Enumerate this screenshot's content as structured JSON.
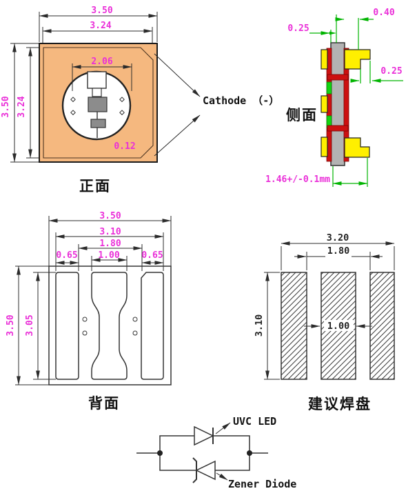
{
  "views": {
    "front": {
      "label": "正面",
      "dim_outer_w": "3.50",
      "dim_inner_w": "3.24",
      "dim_outer_h": "3.50",
      "dim_inner_h": "3.24",
      "dim_circle": "2.06",
      "dim_corner": "0.12",
      "cathode": "Cathode （-）"
    },
    "side": {
      "label": "侧面",
      "dim_top_left": "0.25",
      "dim_top_right": "0.40",
      "dim_right": "0.25",
      "dim_thickness": "1.46+/-0.1mm"
    },
    "back": {
      "label": "背面",
      "dim_outer_w": "3.50",
      "dim_pad_span": "3.10",
      "dim_gap_span": "1.80",
      "dim_center_pad": "1.00",
      "dim_left_pad": "0.65",
      "dim_right_pad": "0.65",
      "dim_outer_h": "3.50",
      "dim_pad_h": "3.05"
    },
    "solder": {
      "label": "建议焊盘",
      "dim_w": "3.20",
      "dim_span": "1.80",
      "dim_center": "1.00",
      "dim_h": "3.10"
    },
    "circuit": {
      "led": "UVC LED",
      "zener": "Zener Diode"
    }
  },
  "colors": {
    "substrate": "#f5b87f",
    "dim_text": "#e push",
    "dim-text": "#ea2fd8",
    "dim-green": "#00b400",
    "pad-yellow": "#ffef00",
    "solder-red": "#cc1111",
    "die-gray": "#8c8c8c",
    "body-gray": "#b3b3b3",
    "green-block": "#12d412"
  }
}
